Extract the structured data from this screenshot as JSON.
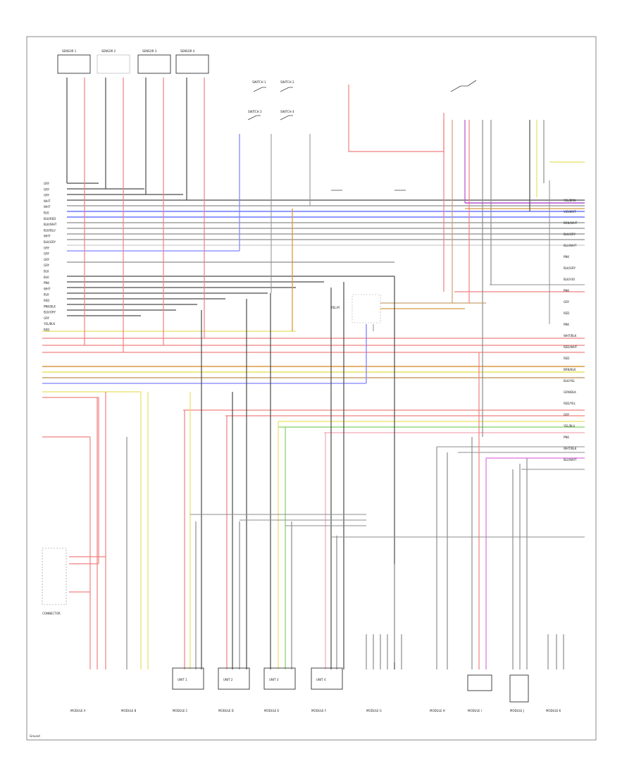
{
  "diagram": {
    "corner_label": "Ground"
  },
  "wire_colors": {
    "red": "#f08080",
    "pink": "#f4a6b5",
    "black": "#4a4a4a",
    "gray": "#8c8c8c",
    "blue": "#4a5cff",
    "lightblue": "#8080ff",
    "yellow": "#e8e060",
    "orange": "#d89a40",
    "green": "#80d060",
    "violet": "#b050d0",
    "magenta": "#e070e0",
    "white": "#cccccc",
    "tan": "#c8a070"
  },
  "left_row_labels": [
    "GRY",
    "GRY",
    "GRY",
    "WHT",
    "WHT",
    "BLK",
    "BLK/RED",
    "BLK/WHT",
    "BLK/BLU",
    "WHT",
    "BLK/GRY",
    "GRY",
    "GRY",
    "GRY",
    "GRY",
    "BLK",
    "BLK",
    "PNK",
    "WHT",
    "BLK",
    "RED",
    "PNK/BLK",
    "BLK/GRY",
    "GRY",
    "YEL/BLK",
    "RED"
  ],
  "right_row_labels": [
    "YEL/BRN",
    "VIO/WHT",
    "BRN/WHT",
    "BLK/GRY",
    "BLU/WHT",
    "PNK",
    "BLK/GRY",
    "BLK/VIO",
    "PNK",
    "GRY",
    "RED",
    "PNK",
    "WHT/BLK",
    "RED/WHT",
    "RED",
    "BRN/BLK",
    "BLK/YEL",
    "GRN/BLK",
    "RED/YEL",
    "GRY",
    "YEL/BLU",
    "PNK",
    "WHT/BLK",
    "BLU/WHT"
  ],
  "top_sensors": [
    "SENSOR 1",
    "SENSOR 2",
    "SENSOR 3",
    "SENSOR 4"
  ],
  "switch_labels": [
    "SWITCH 1",
    "SWITCH 2",
    "SWITCH 3",
    "SWITCH 4"
  ],
  "bottom_modules": [
    "MODULE A",
    "MODULE B",
    "MODULE C",
    "MODULE D",
    "MODULE E",
    "MODULE F",
    "MODULE G",
    "MODULE H",
    "MODULE I",
    "MODULE J",
    "MODULE K"
  ],
  "component_boxes": [
    "UNIT 1",
    "UNIT 2",
    "UNIT 3",
    "UNIT 4"
  ],
  "mid_relay_label": "RELAY",
  "connector_label": "CONNECTOR"
}
